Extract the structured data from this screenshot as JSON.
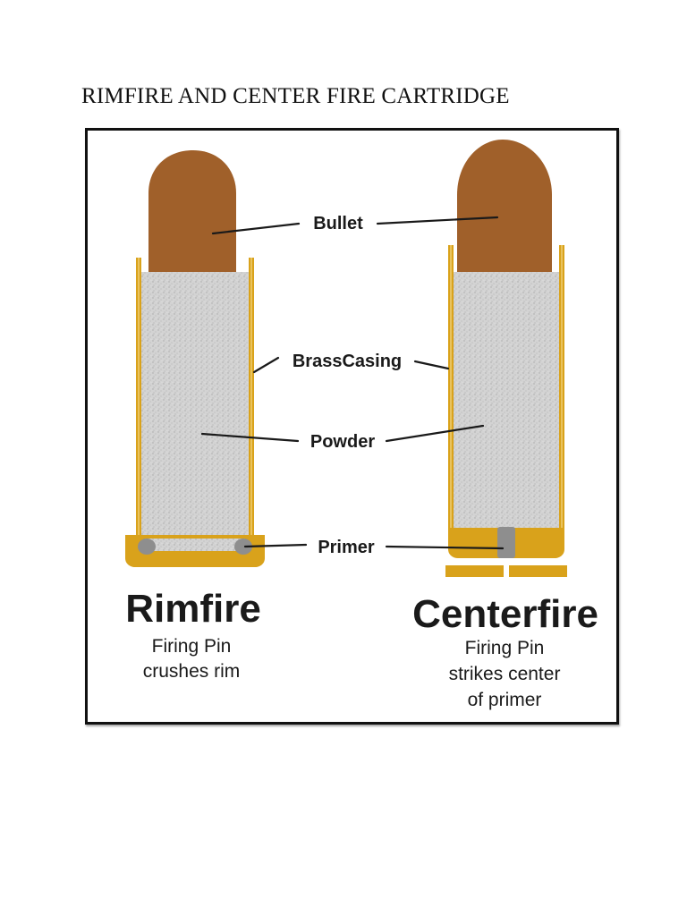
{
  "document": {
    "title": "RIMFIRE AND CENTER FIRE CARTRIDGE"
  },
  "diagram": {
    "labels": {
      "bullet": "Bullet",
      "brass_casing": "BrassCasing",
      "powder": "Powder",
      "primer": "Primer"
    },
    "rimfire": {
      "name": "Rimfire",
      "caption_lines": [
        "Firing Pin",
        "crushes rim"
      ]
    },
    "centerfire": {
      "name": "Centerfire",
      "caption_lines": [
        "Firing Pin",
        "strikes center",
        "of primer"
      ]
    },
    "colors": {
      "bullet": "#a0602a",
      "brass": "#d9a21b",
      "powder": "#cfcfcf",
      "primer": "#8e8e8e",
      "frame": "#111111"
    }
  }
}
